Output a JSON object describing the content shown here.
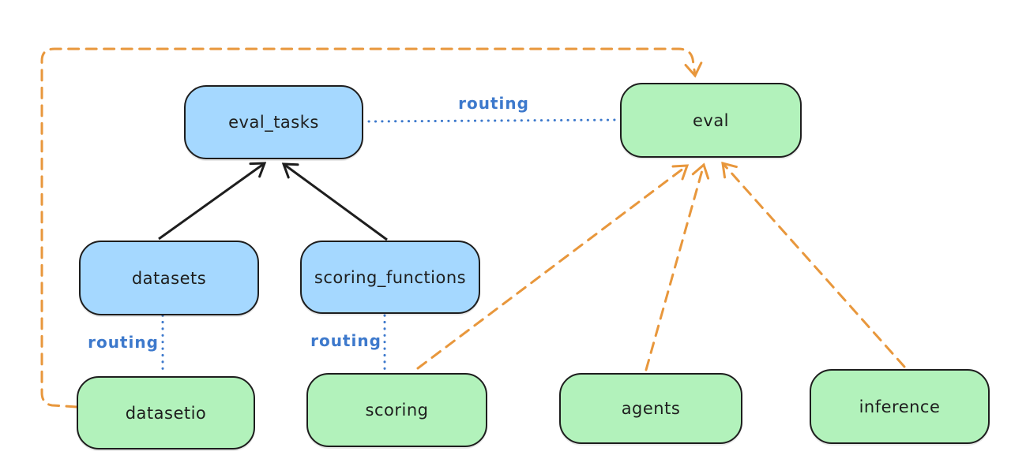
{
  "diagram": {
    "nodes": {
      "eval_tasks": {
        "label": "eval_tasks",
        "color": "blue"
      },
      "eval": {
        "label": "eval",
        "color": "green"
      },
      "datasets": {
        "label": "datasets",
        "color": "blue"
      },
      "scoring_functions": {
        "label": "scoring_functions",
        "color": "blue"
      },
      "datasetio": {
        "label": "datasetio",
        "color": "green"
      },
      "scoring": {
        "label": "scoring",
        "color": "green"
      },
      "agents": {
        "label": "agents",
        "color": "green"
      },
      "inference": {
        "label": "inference",
        "color": "green"
      }
    },
    "edges": [
      {
        "from": "eval_tasks",
        "to": "eval",
        "style": "dotted-blue",
        "label": "routing"
      },
      {
        "from": "datasets",
        "to": "datasetio",
        "style": "dotted-blue",
        "label": "routing"
      },
      {
        "from": "scoring_functions",
        "to": "scoring",
        "style": "dotted-blue",
        "label": "routing"
      },
      {
        "from": "datasets",
        "to": "eval_tasks",
        "style": "solid-black-arrow"
      },
      {
        "from": "scoring_functions",
        "to": "eval_tasks",
        "style": "solid-black-arrow"
      },
      {
        "from": "datasetio",
        "to": "eval",
        "style": "dashed-orange-arrow"
      },
      {
        "from": "scoring",
        "to": "eval",
        "style": "dashed-orange-arrow"
      },
      {
        "from": "agents",
        "to": "eval",
        "style": "dashed-orange-arrow"
      },
      {
        "from": "inference",
        "to": "eval",
        "style": "dashed-orange-arrow"
      }
    ],
    "colors": {
      "resource_fill": "#a5d8ff",
      "api_fill": "#b2f2bb",
      "stroke": "#1e1e1e",
      "routing_blue": "#3d79cc",
      "provider_orange": "#e8973c"
    }
  }
}
